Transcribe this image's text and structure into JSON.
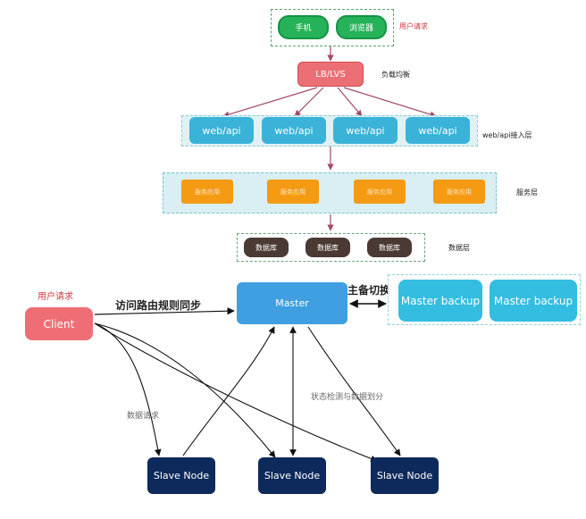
{
  "top": {
    "clients": [
      "手机",
      "浏览器"
    ],
    "clients_label": "用户请求",
    "lb_box": "LB/LVS",
    "lb_label": "负载均衡",
    "web_boxes": [
      "web/api",
      "web/api",
      "web/api",
      "web/api"
    ],
    "web_label": "web/api接入层",
    "service_boxes": [
      "服务应用",
      "服务应用",
      "服务应用",
      "服务应用"
    ],
    "service_label": "服务层",
    "db_boxes": [
      "数据库",
      "数据库",
      "数据库"
    ],
    "db_label": "数据层"
  },
  "bottom": {
    "client_label": "用户请求",
    "client_box": "Client",
    "route_label": "访问路由规则同步",
    "master_box": "Master",
    "switch_label": "主备切换",
    "backup_boxes": [
      "Master backup",
      "Master backup"
    ],
    "data_request_label": "数据请求",
    "status_label": "状态检测与数据划分",
    "slave_boxes": [
      "Slave Node",
      "Slave Node",
      "Slave Node"
    ]
  },
  "colors": {
    "green": "#26b259",
    "red": "#ec6f76",
    "cyan": "#3bb3d9",
    "orange": "#f59a13",
    "brown": "#4b3a33",
    "blue": "#3f9fe0",
    "navy": "#0e2a5c",
    "arrow_top": "#a44a66",
    "arrow_bottom": "#111111"
  }
}
